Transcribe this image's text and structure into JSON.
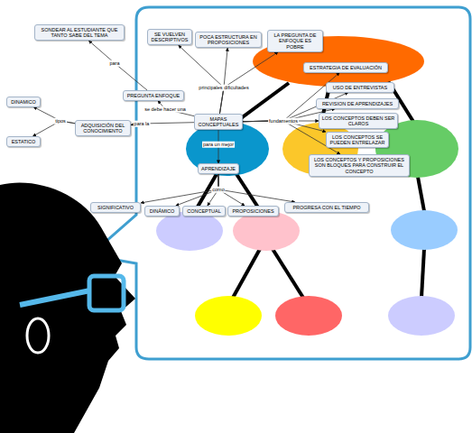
{
  "diagram": {
    "nodes": [
      {
        "text": [
          "SONDEAR AL ESTUDIANTE QUE TANTO SABE DEL TEMA"
        ]
      },
      {
        "text": [
          "SE VUELVEN DESCRIPTIVOS"
        ]
      },
      {
        "text": [
          "POCA ESTRUCTURA EN PROPOSICIONES"
        ]
      },
      {
        "text": [
          "LA PREGUNTA DE ENFOQUE ES POBRE"
        ]
      },
      {
        "text": [
          "ESTRATEGIA DE EVALUACIÓN"
        ]
      },
      {
        "text": [
          "USO DE ENTREVISTAS"
        ]
      },
      {
        "text": [
          "PREGUNTA ENFOQUE"
        ]
      },
      {
        "text": [
          "DINAMICO"
        ]
      },
      {
        "text": [
          "REVISION DE APRENDIZAJES"
        ]
      },
      {
        "text": [
          "MAPAS CONCEPTUALES"
        ]
      },
      {
        "text": [
          "ADQUISICIÓN DEL CONOCIMIENTO"
        ]
      },
      {
        "text": [
          "LOS CONCEPTOS DEBEN SER CLAROS"
        ]
      },
      {
        "text": [
          "ESTATICO"
        ]
      },
      {
        "text": [
          "LOS CONCEPTOS SE PUEDEN ENTRELAZAR"
        ]
      },
      {
        "text": [
          "LOS CONCEPTOS Y PROPOSICIONES SON BLOQUES PARA CONSTRUIR EL CONCEPTO"
        ]
      },
      {
        "text": [
          "APRENDIZAJE"
        ]
      },
      {
        "text": [
          "SIGNIFICATIVO"
        ]
      },
      {
        "text": [
          "DINÁMICO"
        ]
      },
      {
        "text": [
          "CONCEPTUAL"
        ]
      },
      {
        "text": [
          "PROPOSICIONES"
        ]
      },
      {
        "text": [
          "PROGRESA CON EL TIEMPO"
        ]
      }
    ],
    "edges": [
      {
        "from": 9,
        "to": 6,
        "label": "se debe hacer una",
        "arrow": "to"
      },
      {
        "from": 6,
        "to": 0,
        "label": "para",
        "arrow": "to"
      },
      {
        "from": 9,
        "to": 1,
        "label": "principales dificultades",
        "arrow": "to"
      },
      {
        "from": 9,
        "to": 2,
        "arrow": "to"
      },
      {
        "from": 9,
        "to": 3,
        "arrow": "to"
      },
      {
        "from": 9,
        "to": 10,
        "label": "para la",
        "arrow": "to"
      },
      {
        "from": 10,
        "to": 7,
        "label": "tipos",
        "arrow": "to"
      },
      {
        "from": 10,
        "to": 12,
        "arrow": "to"
      },
      {
        "from": 9,
        "to": 4,
        "label": "fundamentos",
        "arrow": "to"
      },
      {
        "from": 9,
        "to": 5,
        "arrow": "to"
      },
      {
        "from": 9,
        "to": 8,
        "arrow": "to"
      },
      {
        "from": 9,
        "to": 11,
        "arrow": "to"
      },
      {
        "from": 9,
        "to": 13,
        "arrow": "to"
      },
      {
        "from": 9,
        "to": 14,
        "arrow": "to"
      },
      {
        "from": 9,
        "to": 15,
        "label": "para un mejor",
        "arrow": "to"
      },
      {
        "from": 15,
        "to": 16,
        "label": "como",
        "arrow": "to"
      },
      {
        "from": 15,
        "to": 17,
        "arrow": "to"
      },
      {
        "from": 15,
        "to": 18,
        "arrow": "to"
      },
      {
        "from": 15,
        "to": 19,
        "arrow": "to"
      },
      {
        "from": 15,
        "to": 20,
        "arrow": "to"
      }
    ]
  }
}
